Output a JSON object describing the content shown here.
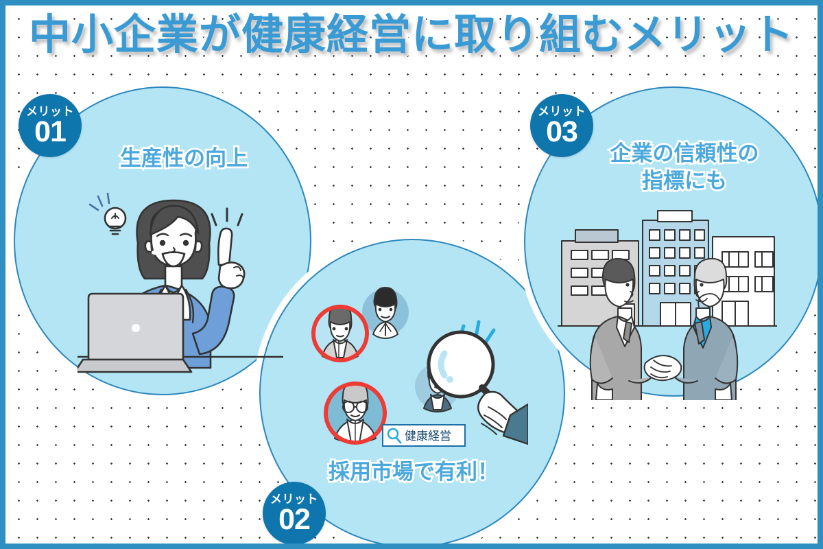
{
  "page": {
    "title": "中小企業が健康経営に取り組むメリット",
    "colors": {
      "frame_border": "#2e8fc0",
      "background": "#ffffff",
      "dot_pattern": "#3a3a3a",
      "bubble_fill": "#b3e5f5",
      "bubble_stroke": "#2d86bb",
      "badge_fill": "#0e76ad",
      "heading_text": "#4aa8dd",
      "title_text": "#3a9bd4",
      "highlight_ring": "#ee3b33",
      "accent_cyan": "#29abe2",
      "suit_blue": "#6f9fd8"
    }
  },
  "merits": [
    {
      "badge_kicker": "メリット",
      "badge_number": "01",
      "heading": "生産性の向上",
      "illustration": "woman-with-laptop-idea"
    },
    {
      "badge_kicker": "メリット",
      "badge_number": "02",
      "heading": "採用市場で有利！",
      "illustration": "candidate-search-magnifier",
      "search_box": {
        "icon": "search-icon",
        "query": "健康経営"
      }
    },
    {
      "badge_kicker": "メリット",
      "badge_number": "03",
      "heading": "企業の信頼性の\n指標にも",
      "illustration": "handshake-with-buildings"
    }
  ]
}
